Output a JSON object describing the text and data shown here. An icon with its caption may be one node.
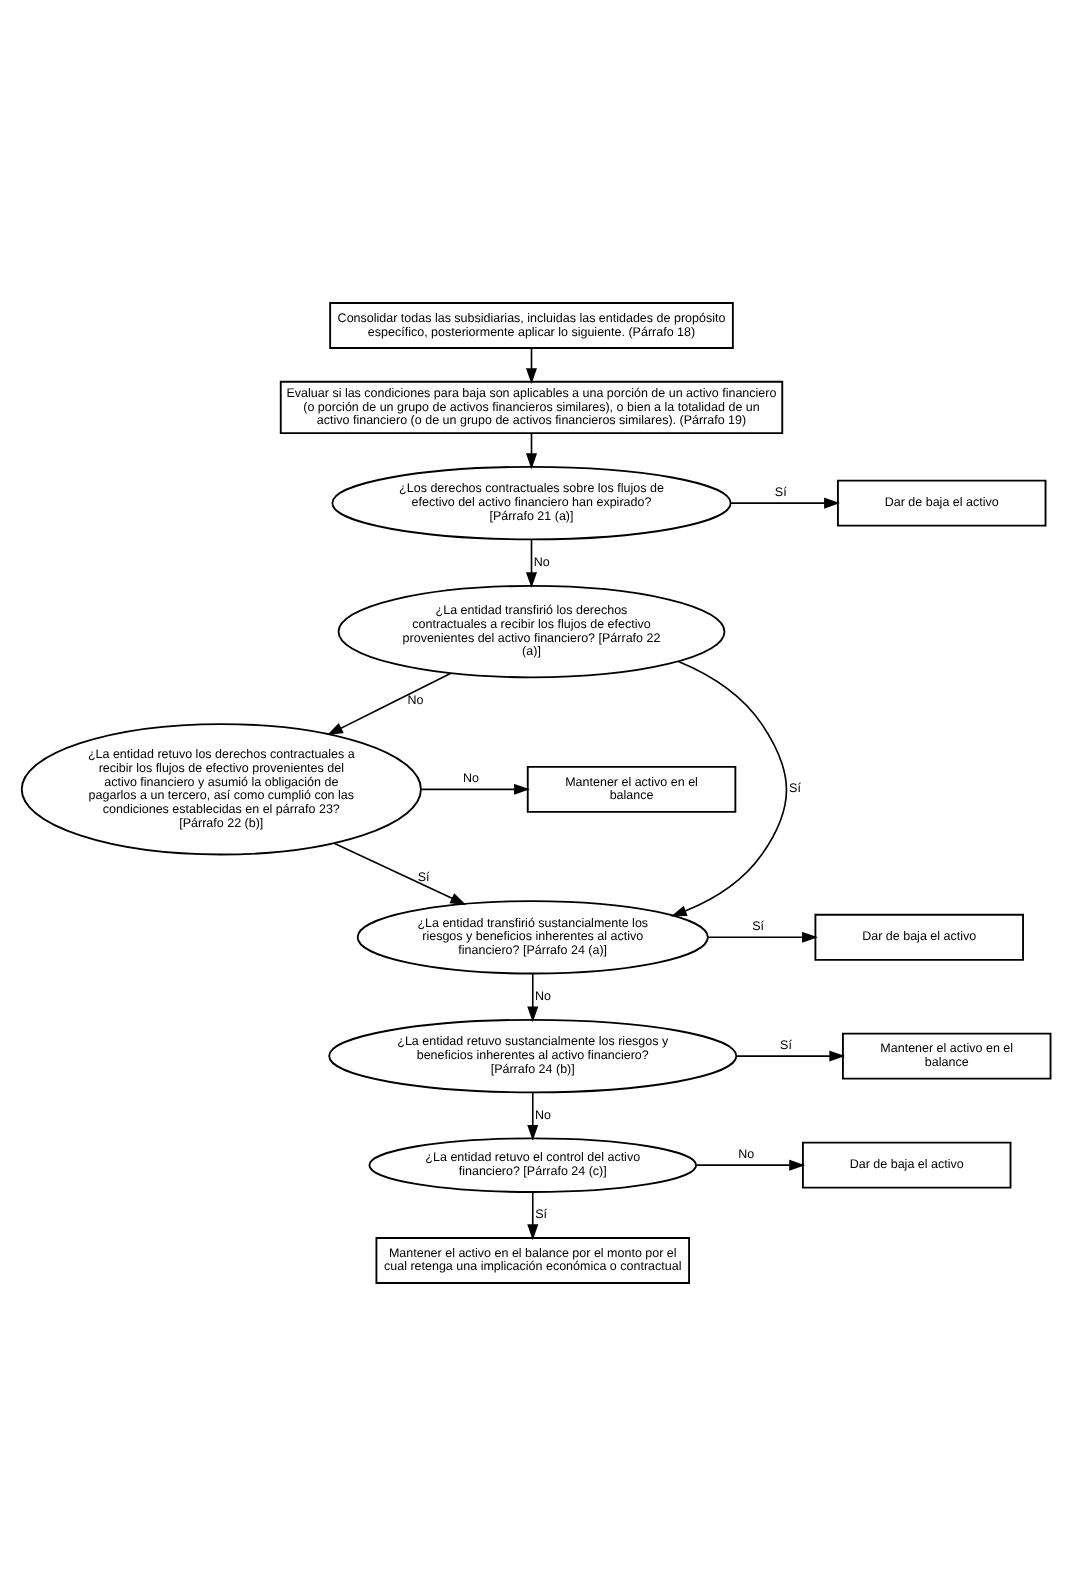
{
  "diagram": {
    "nodes": [
      {
        "text": [
          "Consolidar todas las subsidiarias, incluidas las entidades de propósito específico, posteriormente aplicar lo siguiente. (Párrafo 18)"
        ]
      },
      {
        "text": [
          "Evaluar si las condiciones para baja son aplicables a una porción de un activo financiero (o porción de un grupo de activos financieros similares), o bien a la totalidad de un activo financiero (o de un grupo de activos financieros similares). (Párrafo 19)"
        ]
      },
      {
        "text": [
          "¿Los derechos contractuales sobre los flujos de efectivo del activo financiero han expirado? [Párrafo 21 (a)]"
        ]
      },
      {
        "text": [
          "Dar de baja el activo"
        ]
      },
      {
        "text": [
          "¿La entidad transfirió los derechos contractuales a recibir los flujos de efectivo provenientes del activo financiero? [Párrafo 22 (a)]"
        ]
      },
      {
        "text": [
          "¿La entidad retuvo los derechos contractuales a recibir los flujos de efectivo provenientes del activo financiero y asumió la obligación de pagarlos a un tercero, así como cumplió con las condiciones establecidas en el párrafo 23? [Párrafo 22 (b)]"
        ]
      },
      {
        "text": [
          "Mantener el activo en el balance"
        ]
      },
      {
        "text": [
          "¿La entidad transfirió sustancialmente los riesgos y beneficios inherentes al activo financiero? [Párrafo 24 (a)]"
        ]
      },
      {
        "text": [
          "Dar de baja el activo"
        ]
      },
      {
        "text": [
          "¿La entidad retuvo sustancialmente los riesgos y beneficios inherentes al activo financiero? [Párrafo 24 (b)]"
        ]
      },
      {
        "text": [
          "Mantener el activo en el balance"
        ]
      },
      {
        "text": [
          "¿La entidad retuvo el control del activo financiero? [Párrafo 24 (c)]"
        ]
      },
      {
        "text": [
          "Dar de baja el activo"
        ]
      },
      {
        "text": [
          "Mantener el activo en el balance por el monto por el cual retenga una implicación económica o contractual"
        ]
      }
    ],
    "edges": [
      {
        "from": 0,
        "to": 1,
        "arrow": "to"
      },
      {
        "from": 1,
        "to": 2,
        "arrow": "to"
      },
      {
        "from": 2,
        "to": 3,
        "arrow": "to",
        "label": "Sí"
      },
      {
        "from": 2,
        "to": 4,
        "arrow": "to",
        "label": "No"
      },
      {
        "from": 4,
        "to": 5,
        "arrow": "to",
        "label": "No"
      },
      {
        "from": 4,
        "to": 7,
        "arrow": "to",
        "label": "Sí"
      },
      {
        "from": 5,
        "to": 6,
        "arrow": "to",
        "label": "No"
      },
      {
        "from": 5,
        "to": 7,
        "arrow": "to",
        "label": "Sí"
      },
      {
        "from": 7,
        "to": 8,
        "arrow": "to",
        "label": "Sí"
      },
      {
        "from": 7,
        "to": 9,
        "arrow": "to",
        "label": "No"
      },
      {
        "from": 9,
        "to": 10,
        "arrow": "to",
        "label": "Sí"
      },
      {
        "from": 9,
        "to": 11,
        "arrow": "to",
        "label": "No"
      },
      {
        "from": 11,
        "to": 12,
        "arrow": "to",
        "label": "No"
      },
      {
        "from": 11,
        "to": 13,
        "arrow": "to",
        "label": "Sí"
      }
    ]
  }
}
